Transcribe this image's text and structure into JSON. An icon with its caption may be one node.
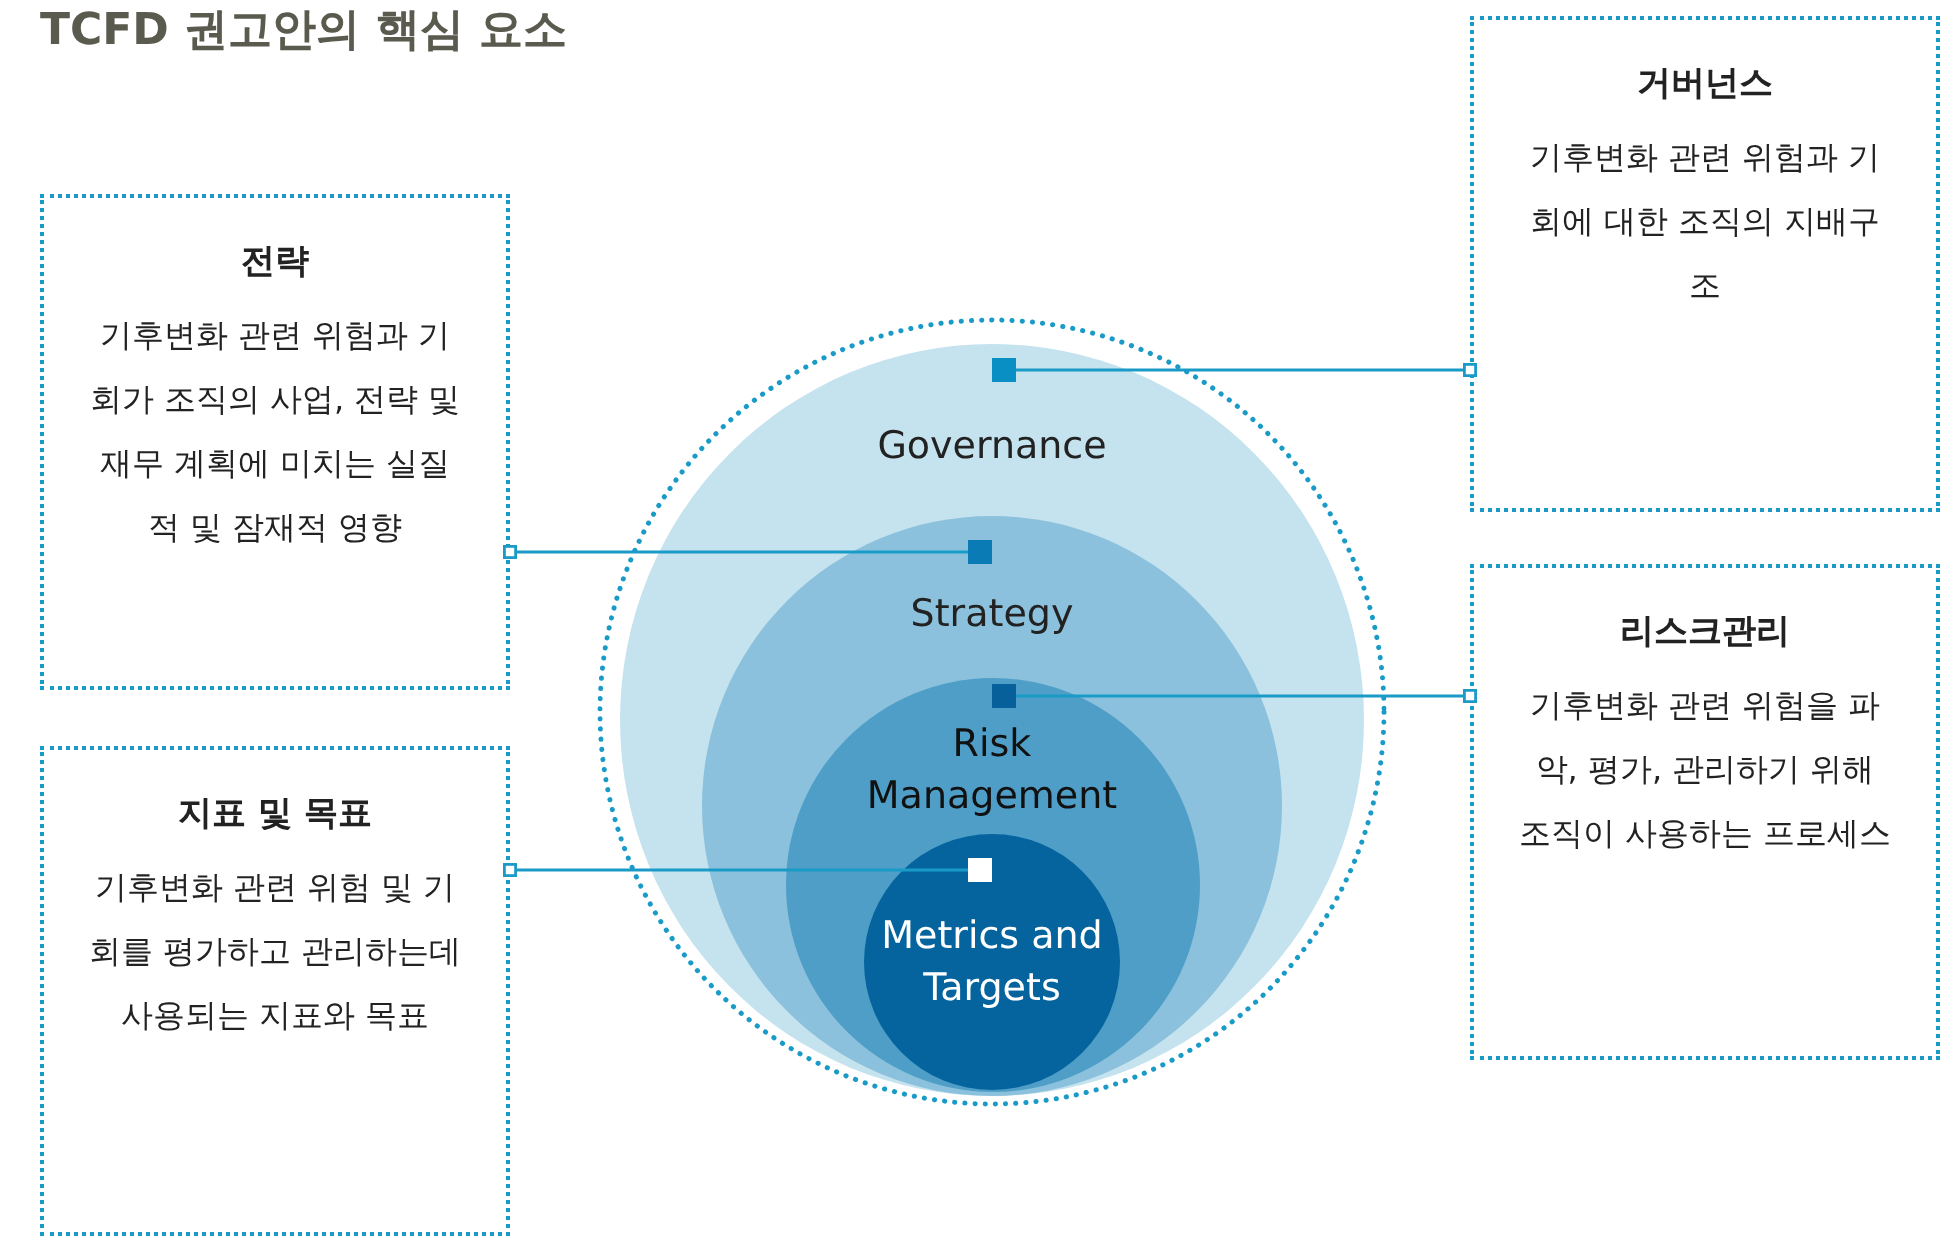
{
  "diagram": {
    "title": "TCFD 권고안의 핵심 요소",
    "nodes": [
      {
        "text": [
          "Governance"
        ]
      },
      {
        "text": [
          "Strategy"
        ],
        "in": 0
      },
      {
        "text": [
          "Risk Management"
        ],
        "in": 1
      },
      {
        "text": [
          "Metrics and Targets"
        ],
        "in": 2
      },
      {
        "text": [
          "전략",
          "기후변화 관련 위험과 기회가 조직의 사업, 전략 및 재무 계획에 미치는 실질적 및 잠재적 영향"
        ]
      },
      {
        "text": [
          "지표 및 목표",
          "기후변화 관련 위험 및 기회를 평가하고 관리하는데 사용되는 지표와 목표"
        ]
      },
      {
        "text": [
          "거버넌스",
          "기후변화 관련 위험과 기회에 대한 조직의 지배구조"
        ]
      },
      {
        "text": [
          "리스크관리",
          "기후변화 관련 위험을 파악, 평가, 관리하기 위해 조직이 사용하는 프로세스"
        ]
      }
    ],
    "edges": [
      {
        "from": 6,
        "to": 0,
        "arrow": "other"
      },
      {
        "from": 4,
        "to": 1,
        "arrow": "other"
      },
      {
        "from": 7,
        "to": 2,
        "arrow": "other"
      },
      {
        "from": 5,
        "to": 3,
        "arrow": "other"
      }
    ]
  }
}
